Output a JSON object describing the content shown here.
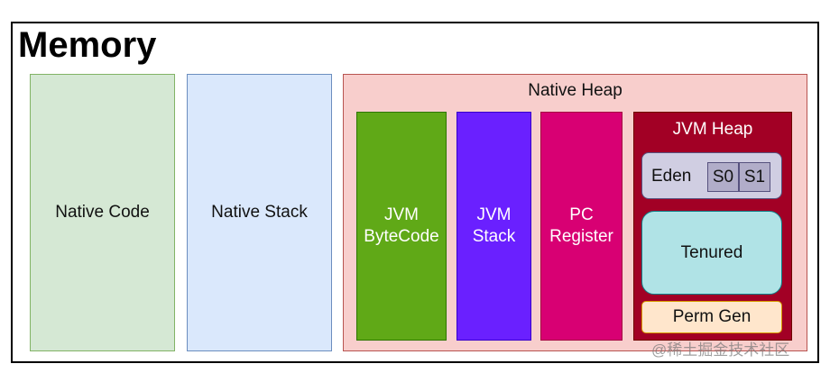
{
  "diagram": {
    "title": "Memory",
    "native_code": "Native Code",
    "native_stack": "Native Stack",
    "native_heap": {
      "title": "Native Heap",
      "jvm_bytecode": "JVM\nByteCode",
      "jvm_stack": "JVM\nStack",
      "pc_register": "PC\nRegister",
      "jvm_heap": {
        "title": "JVM Heap",
        "eden": "Eden",
        "s0": "S0",
        "s1": "S1",
        "tenured": "Tenured",
        "perm_gen": "Perm Gen"
      }
    }
  },
  "watermark": "@稀土掘金技术社区",
  "colors": {
    "native_code_fill": "#d5e8d4",
    "native_stack_fill": "#dae8fc",
    "native_heap_fill": "#f8cecc",
    "jvm_bytecode_fill": "#60a917",
    "jvm_stack_fill": "#6a20ff",
    "pc_register_fill": "#d80073",
    "jvm_heap_fill": "#a20025",
    "young_gen_fill": "#d0cee2",
    "tenured_fill": "#b0e3e6",
    "perm_gen_fill": "#ffe6cc"
  }
}
